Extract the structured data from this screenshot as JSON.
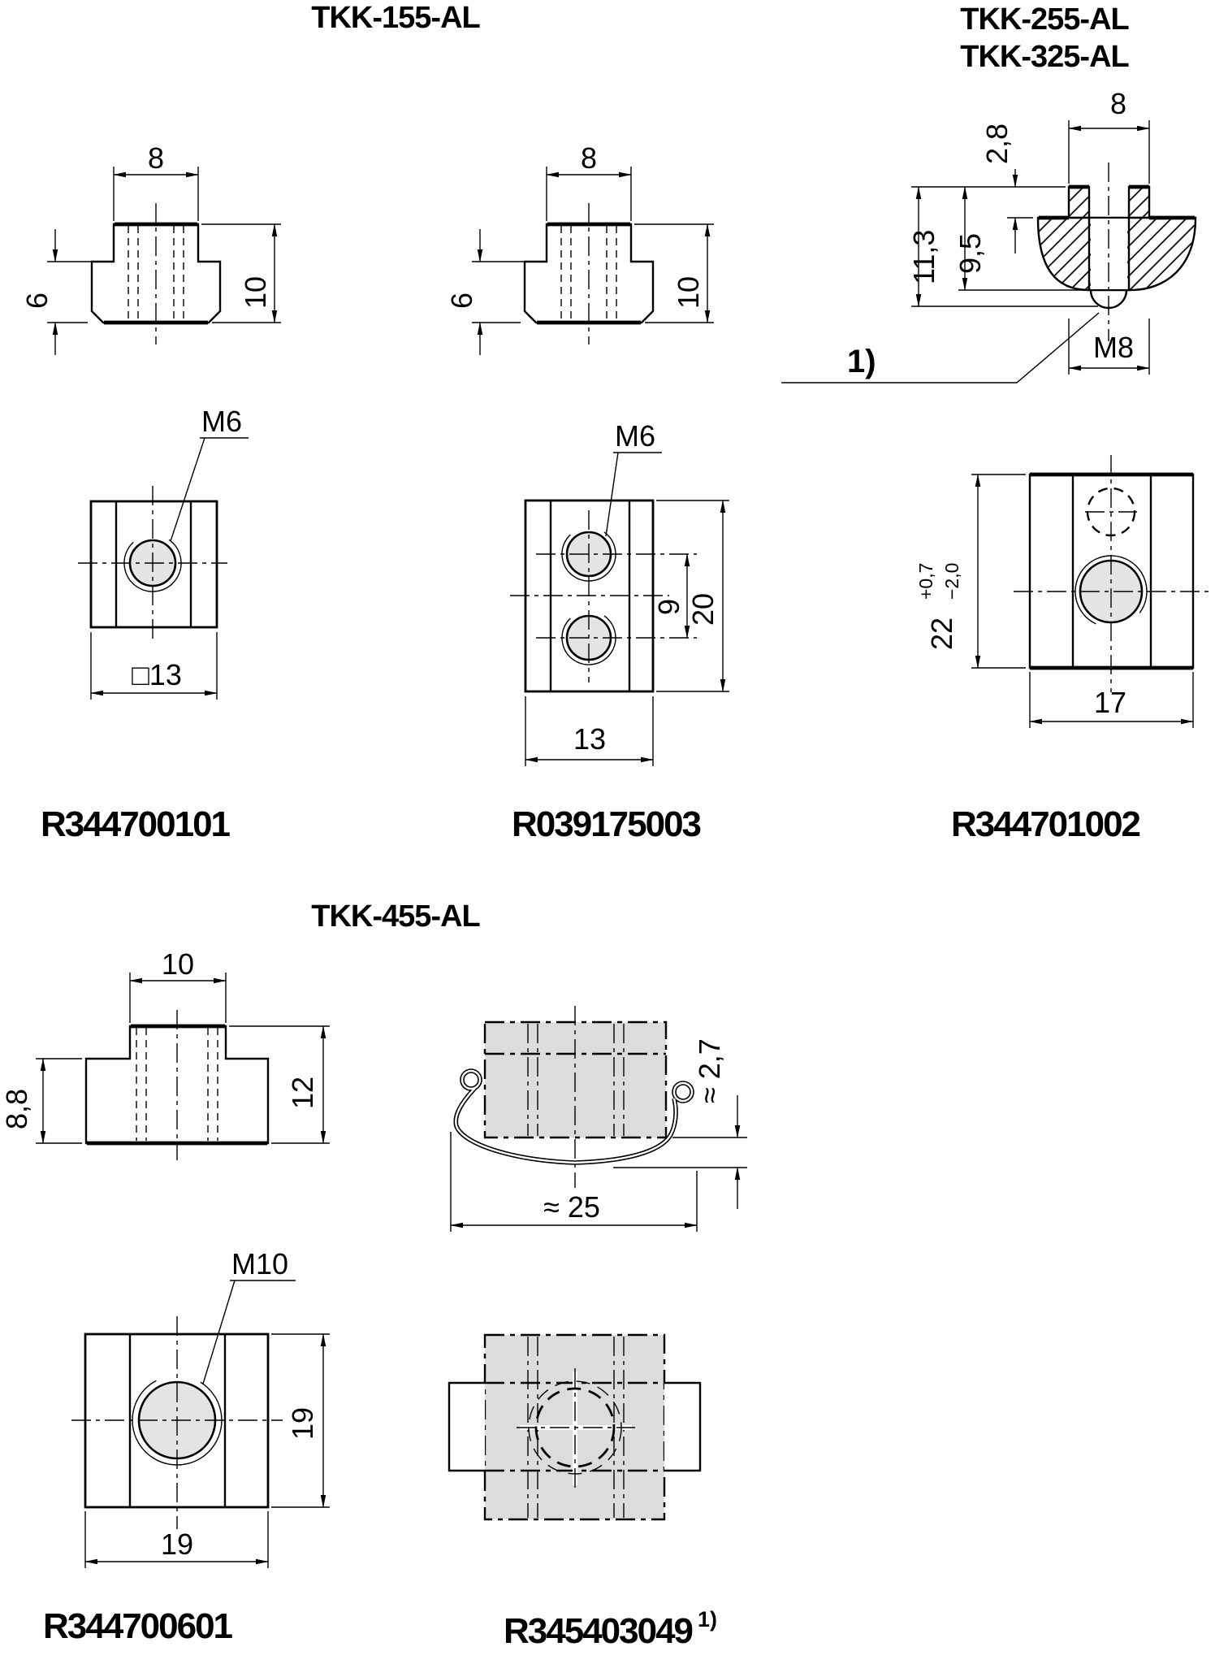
{
  "page": {
    "background": "#ffffff",
    "line_color": "#000000",
    "shade_fill": "#dcdcdc",
    "hole_fill": "#e4e4e4"
  },
  "titles": {
    "tkk155": "TKK-155-AL",
    "tkk255": "TKK-255-AL",
    "tkk325": "TKK-325-AL",
    "tkk455": "TKK-455-AL"
  },
  "part_numbers": {
    "p1": "R344700101",
    "p2": "R039175003",
    "p3": "R344701002",
    "p4": "R344700601",
    "p5": "R345403049",
    "p5_footnote": "1)"
  },
  "notes": {
    "footnote_marker": "1)"
  },
  "dims": {
    "slot_width": "8",
    "body_height": "6",
    "total_height": "10",
    "thread_m6": "M6",
    "square13": "□13",
    "hole_spacing": "9",
    "block_length": "20",
    "block_width": "13",
    "collar_protrusion": "2,8",
    "total_height_255": "11,3",
    "body_height_255": "9,5",
    "thread_m8": "M8",
    "block_height_255": "22",
    "tol_plus": "+0,7",
    "tol_minus": "−2,0",
    "block_width_255": "17",
    "slot_width_455": "10",
    "body_height_455": "8,8",
    "total_height_455": "12",
    "thread_m10": "M10",
    "square_height_455": "19",
    "square_width_455": "19",
    "clip_height": "≈ 2,7",
    "clip_width": "≈ 25"
  }
}
